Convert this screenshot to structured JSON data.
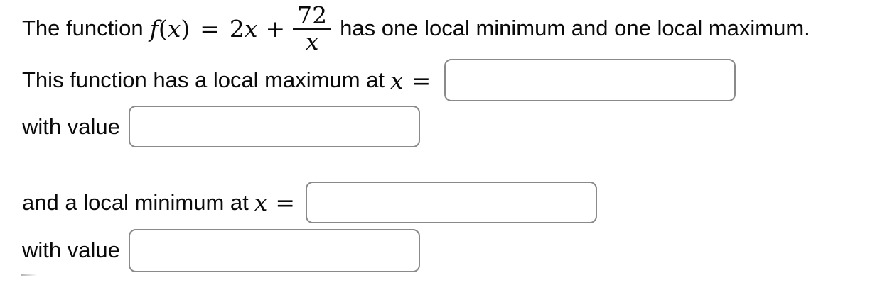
{
  "colors": {
    "background": "#ffffff",
    "text": "#0a0a0a",
    "input_border": "#8a8a8a",
    "input_background": "#ffffff",
    "fraction_bar": "#111111"
  },
  "intro": {
    "text_before": "The function",
    "math": {
      "func_name": "f",
      "open_paren": "(",
      "arg": "x",
      "close_paren": ")",
      "equals": "=",
      "term_coeff": "2",
      "term_var": "x",
      "plus": "+",
      "fraction": {
        "numerator": "72",
        "denominator": "x"
      }
    },
    "text_after": "has one local minimum and one local maximum."
  },
  "max_row": {
    "label": "This function has a local maximum at",
    "var": "x",
    "equals": "=",
    "input_value": ""
  },
  "max_value_row": {
    "label": "with value",
    "input_value": ""
  },
  "min_row": {
    "label": "and a local minimum at",
    "var": "x",
    "equals": "=",
    "input_value": ""
  },
  "min_value_row": {
    "label": "with value",
    "input_value": ""
  }
}
